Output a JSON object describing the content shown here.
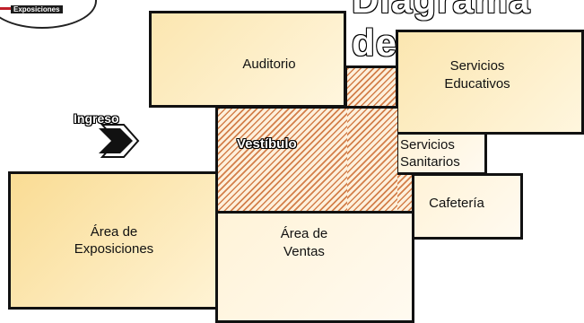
{
  "logo": {
    "text": "Exposiciones"
  },
  "header": {
    "title_fragment": "Diagrama de"
  },
  "entrance": {
    "label": "Ingreso",
    "arrow_icon": "chevron-right-icon"
  },
  "rooms": {
    "auditorio": "Auditorio",
    "servicios_educativos": "Servicios\nEducativos",
    "vestibulo": "Vestíbulo",
    "servicios_sanitarios": "Servicios\nSanitarios",
    "cafeteria": "Cafetería",
    "area_exposiciones": "Área de\nExposiciones",
    "area_ventas": "Área de\nVentas"
  },
  "colors": {
    "outline": "#111111",
    "hatch": "#d37f4a",
    "room_fill": "#fbe6b0"
  }
}
